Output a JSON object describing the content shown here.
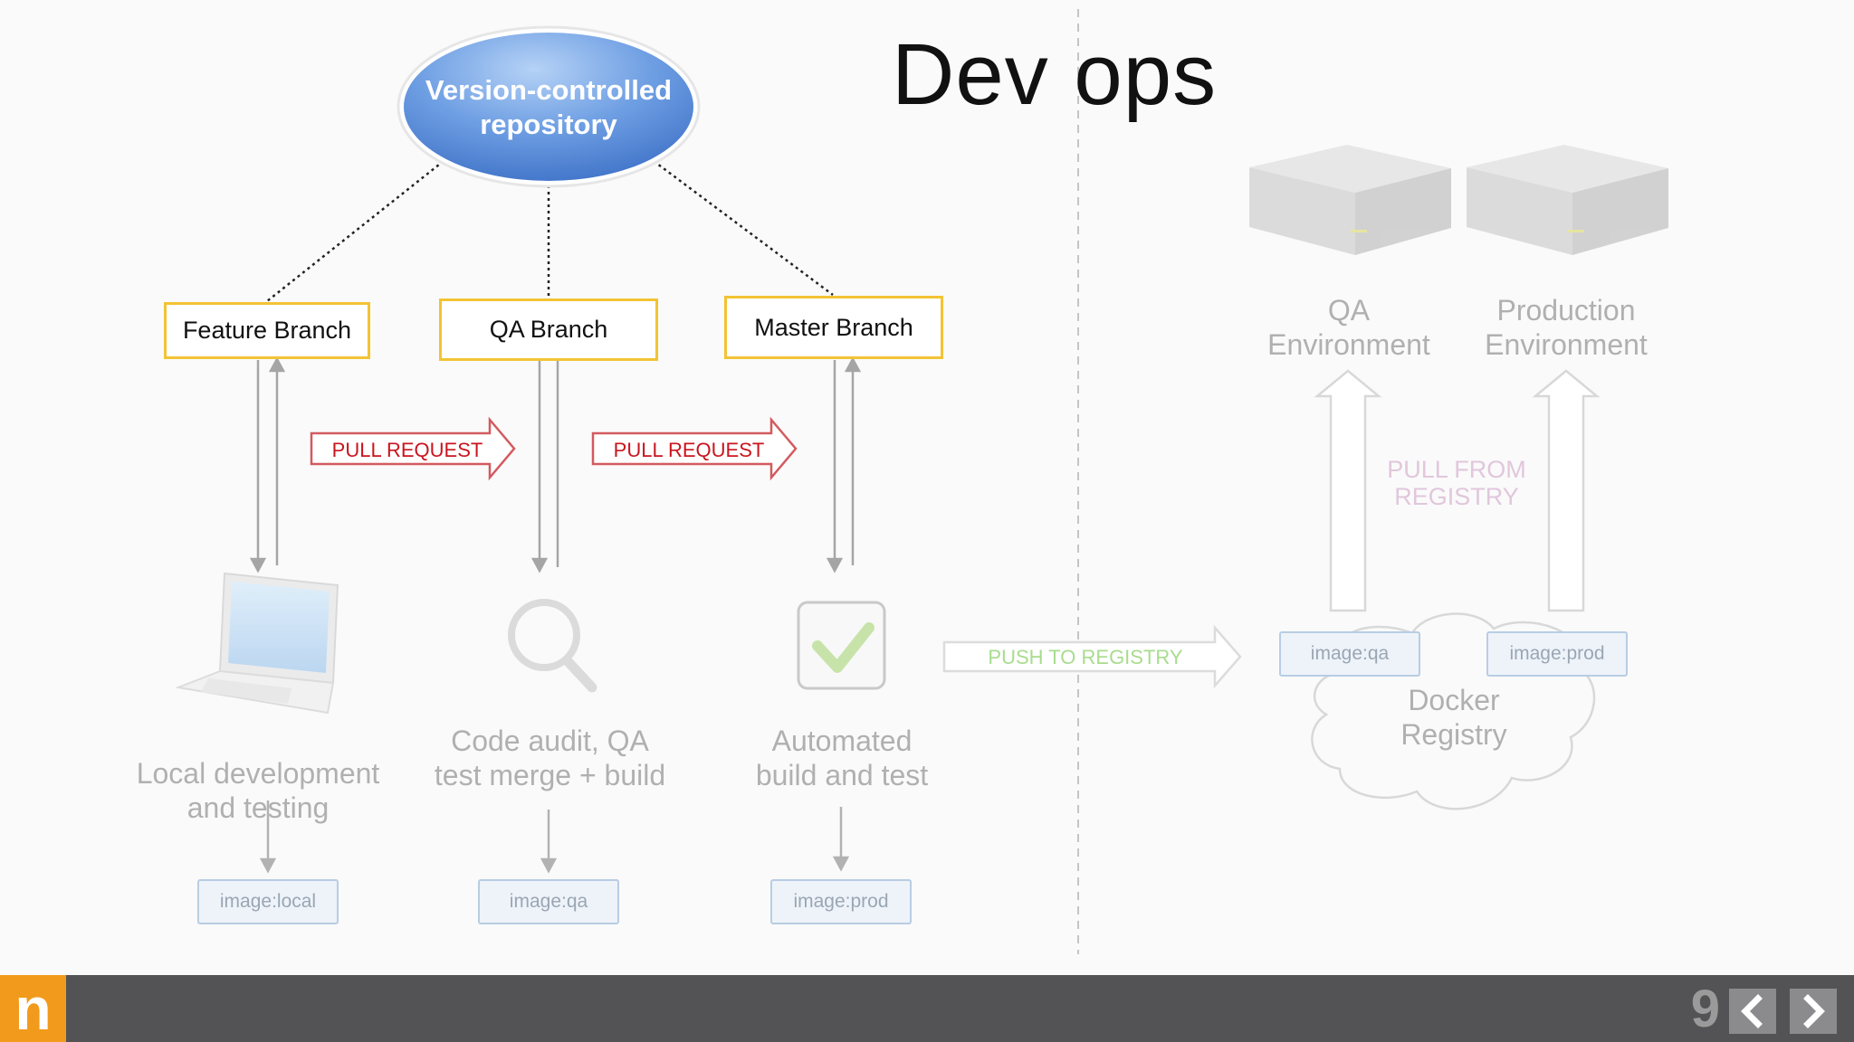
{
  "title": "Dev ops",
  "repository": {
    "label_line1": "Version-controlled",
    "label_line2": "repository"
  },
  "branches": {
    "feature": "Feature Branch",
    "qa": "QA Branch",
    "master": "Master Branch"
  },
  "pull_request_label": "PULL REQUEST",
  "stages": {
    "local_line1": "Local development",
    "local_line2": "and testing",
    "audit_line1": "Code audit, QA",
    "audit_line2": "test merge + build",
    "auto_line1": "Automated",
    "auto_line2": "build and test"
  },
  "images": {
    "local": "image:local",
    "qa": "image:qa",
    "prod": "image:prod"
  },
  "push_to_registry": "PUSH TO REGISTRY",
  "pull_from_registry_line1": "PULL FROM",
  "pull_from_registry_line2": "REGISTRY",
  "environments": {
    "qa_line1": "QA",
    "qa_line2": "Environment",
    "prod_line1": "Production",
    "prod_line2": "Environment"
  },
  "registry": {
    "label_line1": "Docker",
    "label_line2": "Registry",
    "image_qa": "image:qa",
    "image_prod": "image:prod"
  },
  "footer": {
    "logo": "n",
    "page_number": "9"
  },
  "colors": {
    "branch_border": "#f3c334",
    "pull_request": "#c9151e",
    "push_registry": "#a8dc8e",
    "footer": "#535356",
    "logo": "#f29a1c"
  }
}
